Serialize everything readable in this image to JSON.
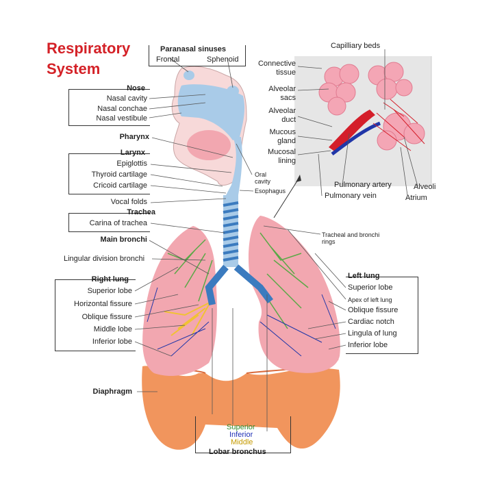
{
  "title": [
    "Respiratory",
    "System"
  ],
  "colors": {
    "title": "#d42127",
    "lung": "#f2a7b0",
    "lung_dark": "#e8848f",
    "diaphragm": "#f08a4b",
    "trachea_blue": "#3b7bbf",
    "airway_blue": "#a9cbe8",
    "bronchi_green": "#5aa846",
    "bronchi_yellow": "#f1c232",
    "vessel_blue": "#2036a8",
    "alveoli_pink": "#f4a6b5",
    "capillary_red": "#d41e2a"
  },
  "head": {
    "paranasal_sinuses": {
      "heading": "Paranasal sinuses",
      "items": [
        "Frontal",
        "Sphenoid"
      ]
    },
    "nose": {
      "heading": "Nose",
      "items": [
        "Nasal cavity",
        "Nasal conchae",
        "Nasal vestibule"
      ]
    },
    "pharynx": "Pharynx",
    "larynx": {
      "heading": "Larynx",
      "items": [
        "Epiglottis",
        "Thyroid cartilage",
        "Cricoid cartilage"
      ]
    },
    "vocal_folds": "Vocal folds",
    "trachea": {
      "heading": "Trachea",
      "items": [
        "Carina of trachea"
      ]
    },
    "oral_cavity": "Oral cavity",
    "esophagus": "Esophagus"
  },
  "inset": {
    "capillary_beds": "Capilliary beds",
    "connective_tissue": "Connective tissue",
    "alveolar_sacs": "Alveolar sacs",
    "alveolar_duct": "Alveolar duct",
    "mucous_gland": "Mucous gland",
    "mucosal_lining": "Mucosal lining",
    "pulmonary_artery": "Pulmonary artery",
    "pulmonary_vein": "Pulmonary vein",
    "alveoli": "Alveoli",
    "atrium": "Atrium"
  },
  "thorax": {
    "main_bronchi": "Main bronchi",
    "lingular_division_bronchi": "Lingular division bronchi",
    "tracheal_rings": "Tracheal and bronchi rings",
    "right_lung": {
      "heading": "Right lung",
      "items": [
        "Superior lobe",
        "Horizontal fissure",
        "Oblique fissure",
        "Middle lobe",
        "Inferior lobe"
      ]
    },
    "left_lung": {
      "heading": "Left lung",
      "items": [
        "Superior lobe",
        "Apex of left lung",
        "Oblique fissure",
        "Cardiac notch",
        "Lingula of lung",
        "Inferior lobe"
      ]
    },
    "diaphragm": "Diaphragm",
    "lobar_bronchus": {
      "heading": "Lobar bronchus",
      "items": [
        {
          "label": "Superior",
          "color": "#2e8b2e"
        },
        {
          "label": "Inferior",
          "color": "#1f2fb5"
        },
        {
          "label": "Middle",
          "color": "#c59a00"
        }
      ]
    }
  }
}
